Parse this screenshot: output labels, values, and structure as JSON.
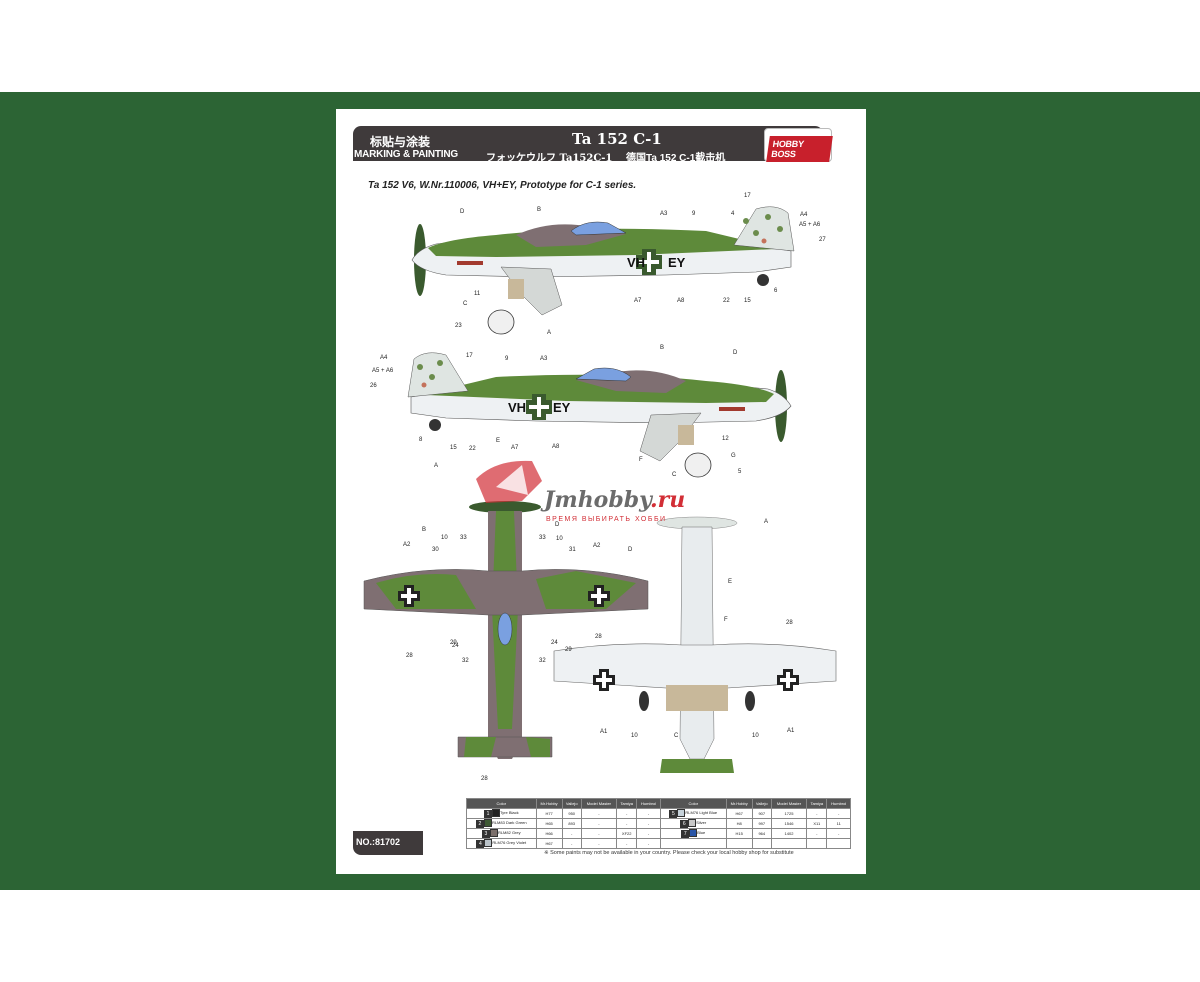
{
  "sheet": {
    "header_cn": "标贴与涂装",
    "header_en": "MARKING & PAINTING",
    "title": "Ta 152 C-1",
    "subtitle_jp": "フォッケウルフ Ta152C-1",
    "subtitle_cn": "德国Ta 152 C-1截击机",
    "brand": "HOBBY BOSS",
    "variant": "Ta 152 V6, W.Nr.110006, VH+EY, Prototype for C-1 series.",
    "registration_left": "VH",
    "registration_right": "EY",
    "product_no": "NO.:81702",
    "footnote": "※ Some paints may not be available in your country. Please check your local hobby shop for substitute"
  },
  "watermark": {
    "name": "Jmhobby",
    "tld": ".ru",
    "tagline": "ВРЕМЯ ВЫБИРАТЬ ХОББИ"
  },
  "callouts": {
    "side1": [
      "D",
      "B",
      "A3",
      "9",
      "4",
      "17",
      "A4",
      "A5 + A6",
      "27",
      "11",
      "C",
      "23",
      "A",
      "A7",
      "A8",
      "22",
      "15",
      "6"
    ],
    "side2": [
      "A4",
      "A5 + A6",
      "26",
      "17",
      "9",
      "A3",
      "B",
      "D",
      "8",
      "15",
      "22",
      "E",
      "A7",
      "A8",
      "12",
      "F",
      "C",
      "G",
      "A",
      "5"
    ],
    "top": [
      "B",
      "A2",
      "30",
      "10",
      "33",
      "33",
      "D",
      "10",
      "31",
      "A2",
      "D",
      "28",
      "29",
      "24",
      "32",
      "29",
      "24",
      "32",
      "28",
      "28"
    ],
    "bottom": [
      "A",
      "E",
      "F",
      "28",
      "A1",
      "10",
      "C",
      "10",
      "A1"
    ]
  },
  "colors": {
    "headers": [
      "Color",
      "Mr.Hobby",
      "Vallejo",
      "Model Master",
      "Tamiya",
      "Humbrol"
    ],
    "left": [
      {
        "idx": "1",
        "name": "Tyre Black",
        "swatch": "#222222",
        "mrhobby": "H77",
        "vallejo": "950",
        "mm": "-",
        "tamiya": "-",
        "humbrol": "-"
      },
      {
        "idx": "2",
        "name": "RLM83 Dark Green",
        "swatch": "#3f5a35",
        "mrhobby": "H65",
        "vallejo": "893",
        "mm": "-",
        "tamiya": "-",
        "humbrol": "-"
      },
      {
        "idx": "3",
        "name": "RLM82 Grey",
        "swatch": "#7b6f6b",
        "mrhobby": "H66",
        "vallejo": "-",
        "mm": "-",
        "tamiya": "XF22",
        "humbrol": "-"
      },
      {
        "idx": "4",
        "name": "RLM76 Grey Violet",
        "swatch": "#b9c2c8",
        "mrhobby": "H67",
        "vallejo": "-",
        "mm": "-",
        "tamiya": "-",
        "humbrol": "-"
      }
    ],
    "right": [
      {
        "idx": "5",
        "name": "RLM76 Light Blue",
        "swatch": "#c6d2da",
        "mrhobby": "H67",
        "vallejo": "907",
        "mm": "1725",
        "tamiya": "-",
        "humbrol": "-"
      },
      {
        "idx": "6",
        "name": "Silver",
        "swatch": "#c8c8c8",
        "mrhobby": "H8",
        "vallejo": "997",
        "mm": "1546",
        "tamiya": "X11",
        "humbrol": "11"
      },
      {
        "idx": "7",
        "name": "Blue",
        "swatch": "#2a56a8",
        "mrhobby": "H15",
        "vallejo": "964",
        "mm": "1402",
        "tamiya": "-",
        "humbrol": "-"
      }
    ]
  }
}
